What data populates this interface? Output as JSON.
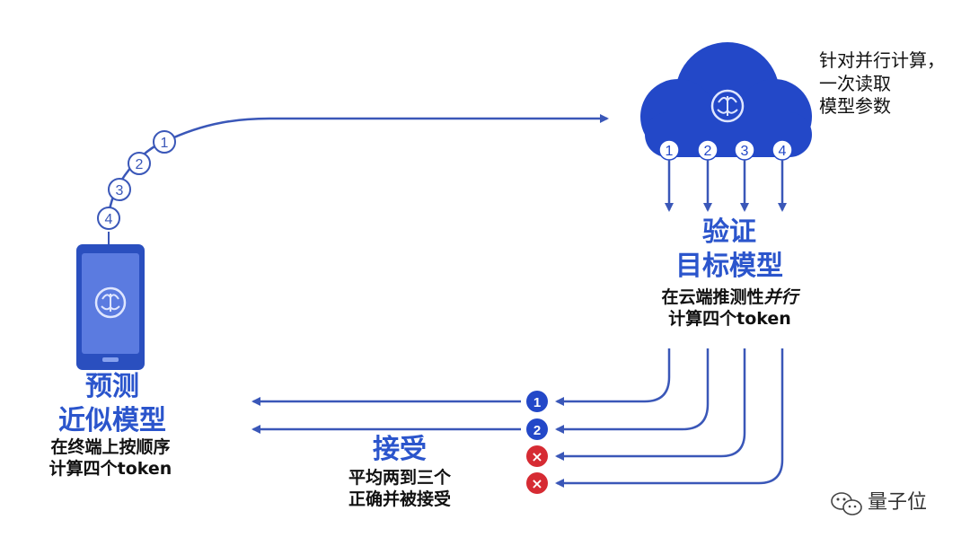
{
  "colors": {
    "accent": "#2b55cc",
    "arrow": "#3a57b8",
    "cloud": "#2348c8",
    "phone_body": "#2a4fbf",
    "phone_screen": "#5b7be0",
    "reject": "#d62b33"
  },
  "left": {
    "title_line1": "预测",
    "title_line2": "近似模型",
    "desc_line1": "在终端上按顺序",
    "desc_line2": "计算四个token"
  },
  "right": {
    "title_line1": "验证",
    "title_line2": "目标模型",
    "desc_prefix": "在云端推测性",
    "desc_emph": "并行",
    "desc_line2": "计算四个token"
  },
  "note": {
    "line1": "针对并行计算，",
    "line2": "一次读取",
    "line3": "模型参数"
  },
  "accept": {
    "title": "接受",
    "line1": "平均两到三个",
    "line2": "正确并被接受"
  },
  "token_labels": [
    "1",
    "2",
    "3",
    "4"
  ],
  "results": [
    {
      "label": "1",
      "status": "accepted"
    },
    {
      "label": "2",
      "status": "accepted"
    },
    {
      "label": "×",
      "status": "rejected"
    },
    {
      "label": "×",
      "status": "rejected"
    }
  ],
  "icons": [
    "brain-icon",
    "cloud-icon",
    "phone-icon",
    "wechat-icon"
  ],
  "watermark": "量子位"
}
